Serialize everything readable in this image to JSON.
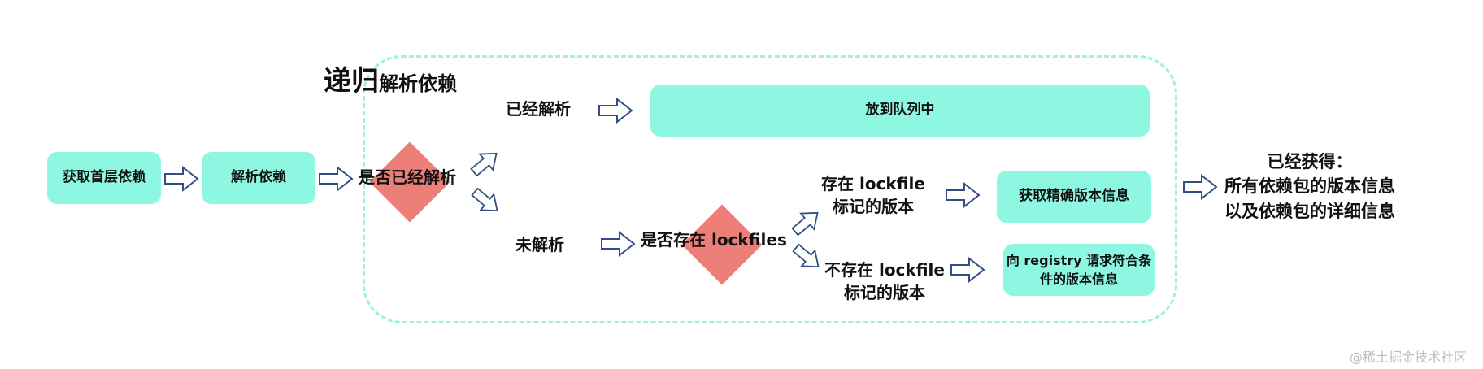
{
  "title": {
    "big": "递归",
    "rest": "解析依赖"
  },
  "nodes": {
    "get_top_deps": "获取首层依赖",
    "parse_deps": "解析依赖",
    "enqueue": "放到队列中",
    "get_exact_version": "获取精确版本信息",
    "request_registry_line1": "向 registry 请求符合条",
    "request_registry_line2": "件的版本信息"
  },
  "labels": {
    "is_parsed": "是否已经解析",
    "parsed": "已经解析",
    "not_parsed": "未解析",
    "has_lockfiles": "是否存在 lockfiles",
    "lock_exists_line1": "存在 lockfile",
    "lock_exists_line2": "标记的版本",
    "lock_missing_line1": "不存在 lockfile",
    "lock_missing_line2": "标记的版本"
  },
  "result": {
    "line1": "已经获得：",
    "line2": "所有依赖包的版本信息",
    "line3": "以及依赖包的详细信息"
  },
  "watermark": "@稀土掘金技术社区",
  "colors": {
    "node_fill": "#8ef7e1",
    "decision_fill": "#ee7f78",
    "frame_stroke": "#9ef0e0",
    "arrow_stroke": "#2f4f86"
  }
}
